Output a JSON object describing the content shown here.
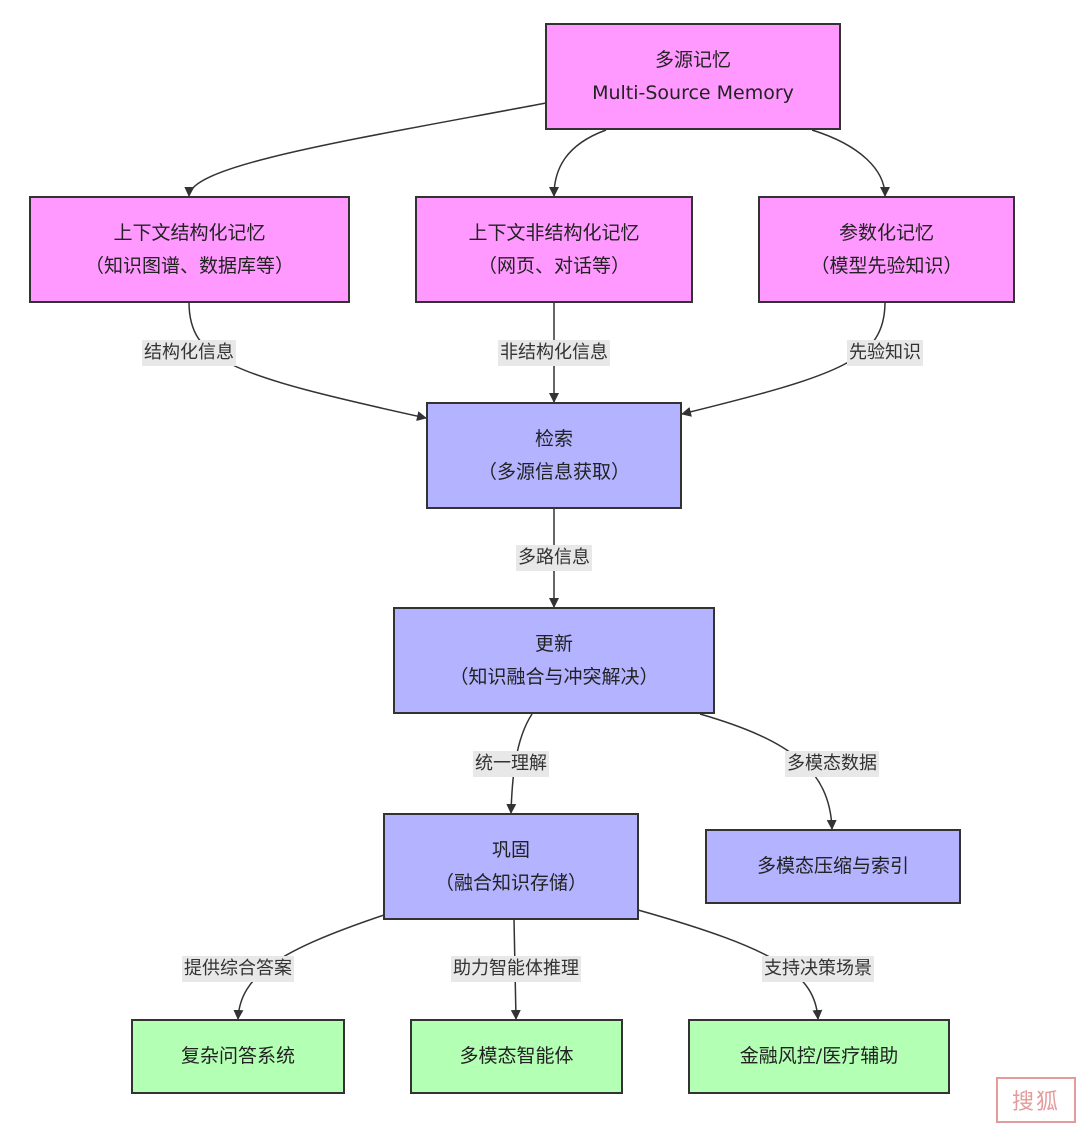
{
  "nodes": {
    "multi_source": {
      "line1": "多源记忆",
      "line2": "Multi-Source Memory"
    },
    "ctx_structured": {
      "line1": "上下文结构化记忆",
      "line2": "（知识图谱、数据库等）"
    },
    "ctx_unstructured": {
      "line1": "上下文非结构化记忆",
      "line2": "（网页、对话等）"
    },
    "parametric": {
      "line1": "参数化记忆",
      "line2": "（模型先验知识）"
    },
    "retrieval": {
      "line1": "检索",
      "line2": "（多源信息获取）"
    },
    "update": {
      "line1": "更新",
      "line2": "（知识融合与冲突解决）"
    },
    "consolidate": {
      "line1": "巩固",
      "line2": "（融合知识存储）"
    },
    "mm_compress": {
      "line1": "多模态压缩与索引"
    },
    "qa_system": {
      "line1": "复杂问答系统"
    },
    "mm_agent": {
      "line1": "多模态智能体"
    },
    "finance_medical": {
      "line1": "金融风控/医疗辅助"
    }
  },
  "edge_labels": {
    "structured_info": "结构化信息",
    "unstructured_info": "非结构化信息",
    "prior_knowledge": "先验知识",
    "multi_path_info": "多路信息",
    "unified_understanding": "统一理解",
    "multimodal_data": "多模态数据",
    "comprehensive_answer": "提供综合答案",
    "agent_reasoning": "助力智能体推理",
    "decision_support": "支持决策场景"
  },
  "colors": {
    "source": "#ff99ff",
    "process": "#b3b3ff",
    "application": "#b3ffb3",
    "stroke": "#333333"
  },
  "watermark": {
    "text": "搜狐"
  }
}
